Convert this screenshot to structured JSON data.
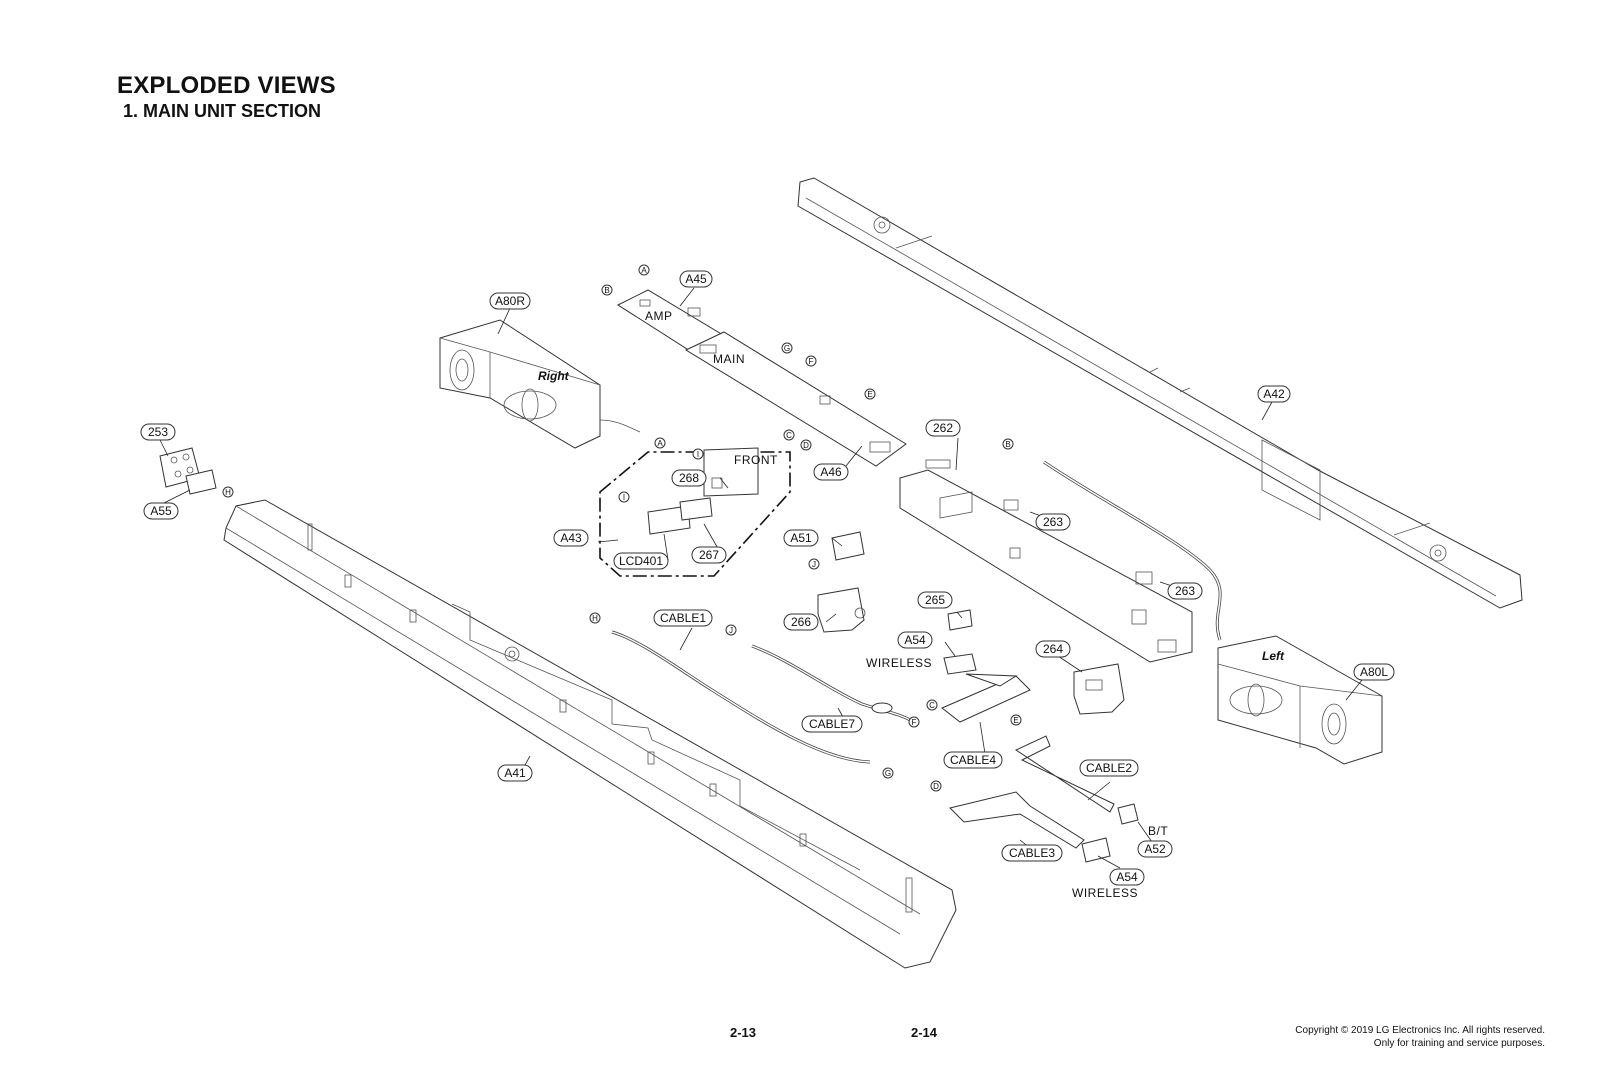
{
  "header": {
    "title": "EXPLODED VIEWS",
    "subtitle": "1. MAIN UNIT SECTION"
  },
  "footer": {
    "page_left": "2-13",
    "page_right": "2-14",
    "copyright_line1": "Copyright © 2019 LG Electronics Inc. All rights reserved.",
    "copyright_line2": "Only for training and service purposes."
  },
  "diagram": {
    "part_labels": [
      "A80R",
      "A45",
      "A42",
      "253",
      "A55",
      "262",
      "263",
      "263",
      "A46",
      "268",
      "A43",
      "LCD401",
      "267",
      "A51",
      "265",
      "266",
      "CABLE1",
      "A54",
      "264",
      "A80L",
      "CABLE7",
      "CABLE4",
      "CABLE2",
      "A41",
      "B/T",
      "A52",
      "CABLE3",
      "A54"
    ],
    "plain_labels": [
      "AMP",
      "MAIN",
      "FRONT",
      "WIRELESS",
      "WIRELESS"
    ],
    "speaker_text": [
      "Right",
      "Left"
    ],
    "connectors": [
      "A",
      "B",
      "A",
      "G",
      "F",
      "E",
      "C",
      "D",
      "I",
      "I",
      "H",
      "B",
      "J",
      "H",
      "J",
      "C",
      "E",
      "F",
      "G",
      "D"
    ]
  }
}
